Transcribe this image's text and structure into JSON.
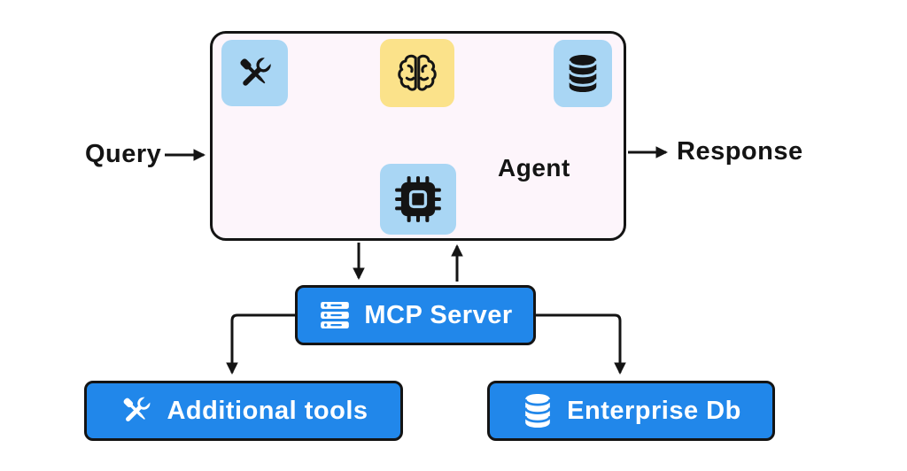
{
  "diagram": {
    "io": {
      "query_label": "Query",
      "response_label": "Response"
    },
    "agent": {
      "label": "Agent",
      "nodes": {
        "tools": {
          "icon": "tools-icon"
        },
        "brain": {
          "icon": "brain-icon"
        },
        "database": {
          "icon": "database-icon"
        },
        "chip": {
          "icon": "chip-icon"
        }
      }
    },
    "mcp_server": {
      "label": "MCP Server",
      "icon": "server-icon"
    },
    "additional_tools": {
      "label": "Additional tools",
      "icon": "tools-icon"
    },
    "enterprise_db": {
      "label": "Enterprise Db",
      "icon": "database-icon"
    },
    "edges": [
      {
        "from": "query",
        "to": "agent",
        "type": "arrow"
      },
      {
        "from": "agent",
        "to": "response",
        "type": "arrow"
      },
      {
        "from": "tools",
        "to": "brain",
        "type": "double-arrow"
      },
      {
        "from": "brain",
        "to": "database",
        "type": "double-arrow"
      },
      {
        "from": "brain",
        "to": "chip",
        "type": "double-arrow"
      },
      {
        "from": "agent",
        "to": "mcp_server",
        "type": "arrow"
      },
      {
        "from": "mcp_server",
        "to": "agent",
        "type": "arrow"
      },
      {
        "from": "mcp_server",
        "to": "additional_tools",
        "type": "arrow"
      },
      {
        "from": "mcp_server",
        "to": "enterprise_db",
        "type": "arrow"
      }
    ]
  },
  "colors": {
    "accent_blue": "#2187ea",
    "tile_blue": "#a9d6f4",
    "tile_yellow": "#fbe28a",
    "agent_bg": "#fdf5fb",
    "line": "#141414",
    "background": "#ffffff"
  }
}
